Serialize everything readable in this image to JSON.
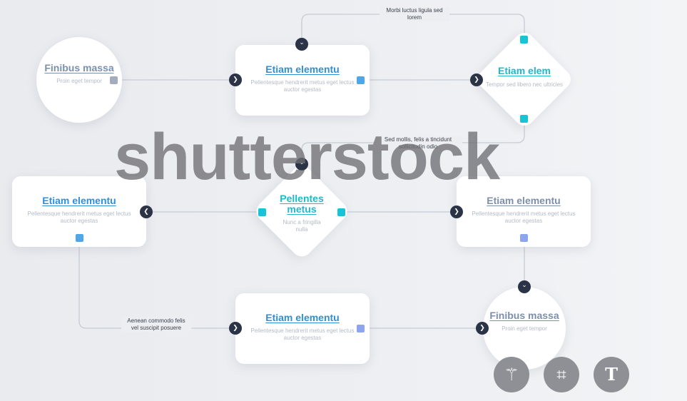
{
  "nodes": {
    "circle_top_left": {
      "title": "Finibus massa",
      "desc": "Proin eget tempor"
    },
    "card_top_center": {
      "title": "Etiam elementu",
      "desc": "Pellentesque hendrerit metus eget lectus auctor egestas"
    },
    "diamond_top_right": {
      "title": "Etiam elem",
      "desc": "Tempor sed libero nec ultricies"
    },
    "card_middle_left": {
      "title": "Etiam elementu",
      "desc": "Pellentesque hendrerit metus eget lectus auctor egestas"
    },
    "diamond_center": {
      "title": "Pellentes metus",
      "desc": "Nunc a fringilla nulla"
    },
    "card_middle_right": {
      "title": "Etiam elementu",
      "desc": "Pellentesque hendrerit metus eget lectus auctor egestas"
    },
    "card_bottom_center": {
      "title": "Etiam elementu",
      "desc": "Pellentesque hendrerit metus eget lectus auctor egestas"
    },
    "circle_bottom_right": {
      "title": "Finibus massa",
      "desc": "Proin eget tempor"
    }
  },
  "notes": {
    "top": "Morbi luctus ligula sed lorem",
    "middle": "Sed mollis, felis a tincidunt sollicitudin odio",
    "bottom_left": "Aenean commodo felis vel suscipit posuere"
  },
  "arrow_glyphs": {
    "right": "❯",
    "left": "❮",
    "down": "⌄"
  },
  "watermark": "shutterstock",
  "toolbar": [
    {
      "name": "magic-wand-icon",
      "glyph": "⚚"
    },
    {
      "name": "crop-icon",
      "glyph": "⌗"
    },
    {
      "name": "text-tool-icon",
      "glyph": "T"
    }
  ],
  "colors": {
    "teal": "#18c3d6",
    "blue": "#2f8fd8",
    "slate": "#7d8fab",
    "arrow_bg": "#2b3346",
    "connector": "#c5ccd6"
  }
}
